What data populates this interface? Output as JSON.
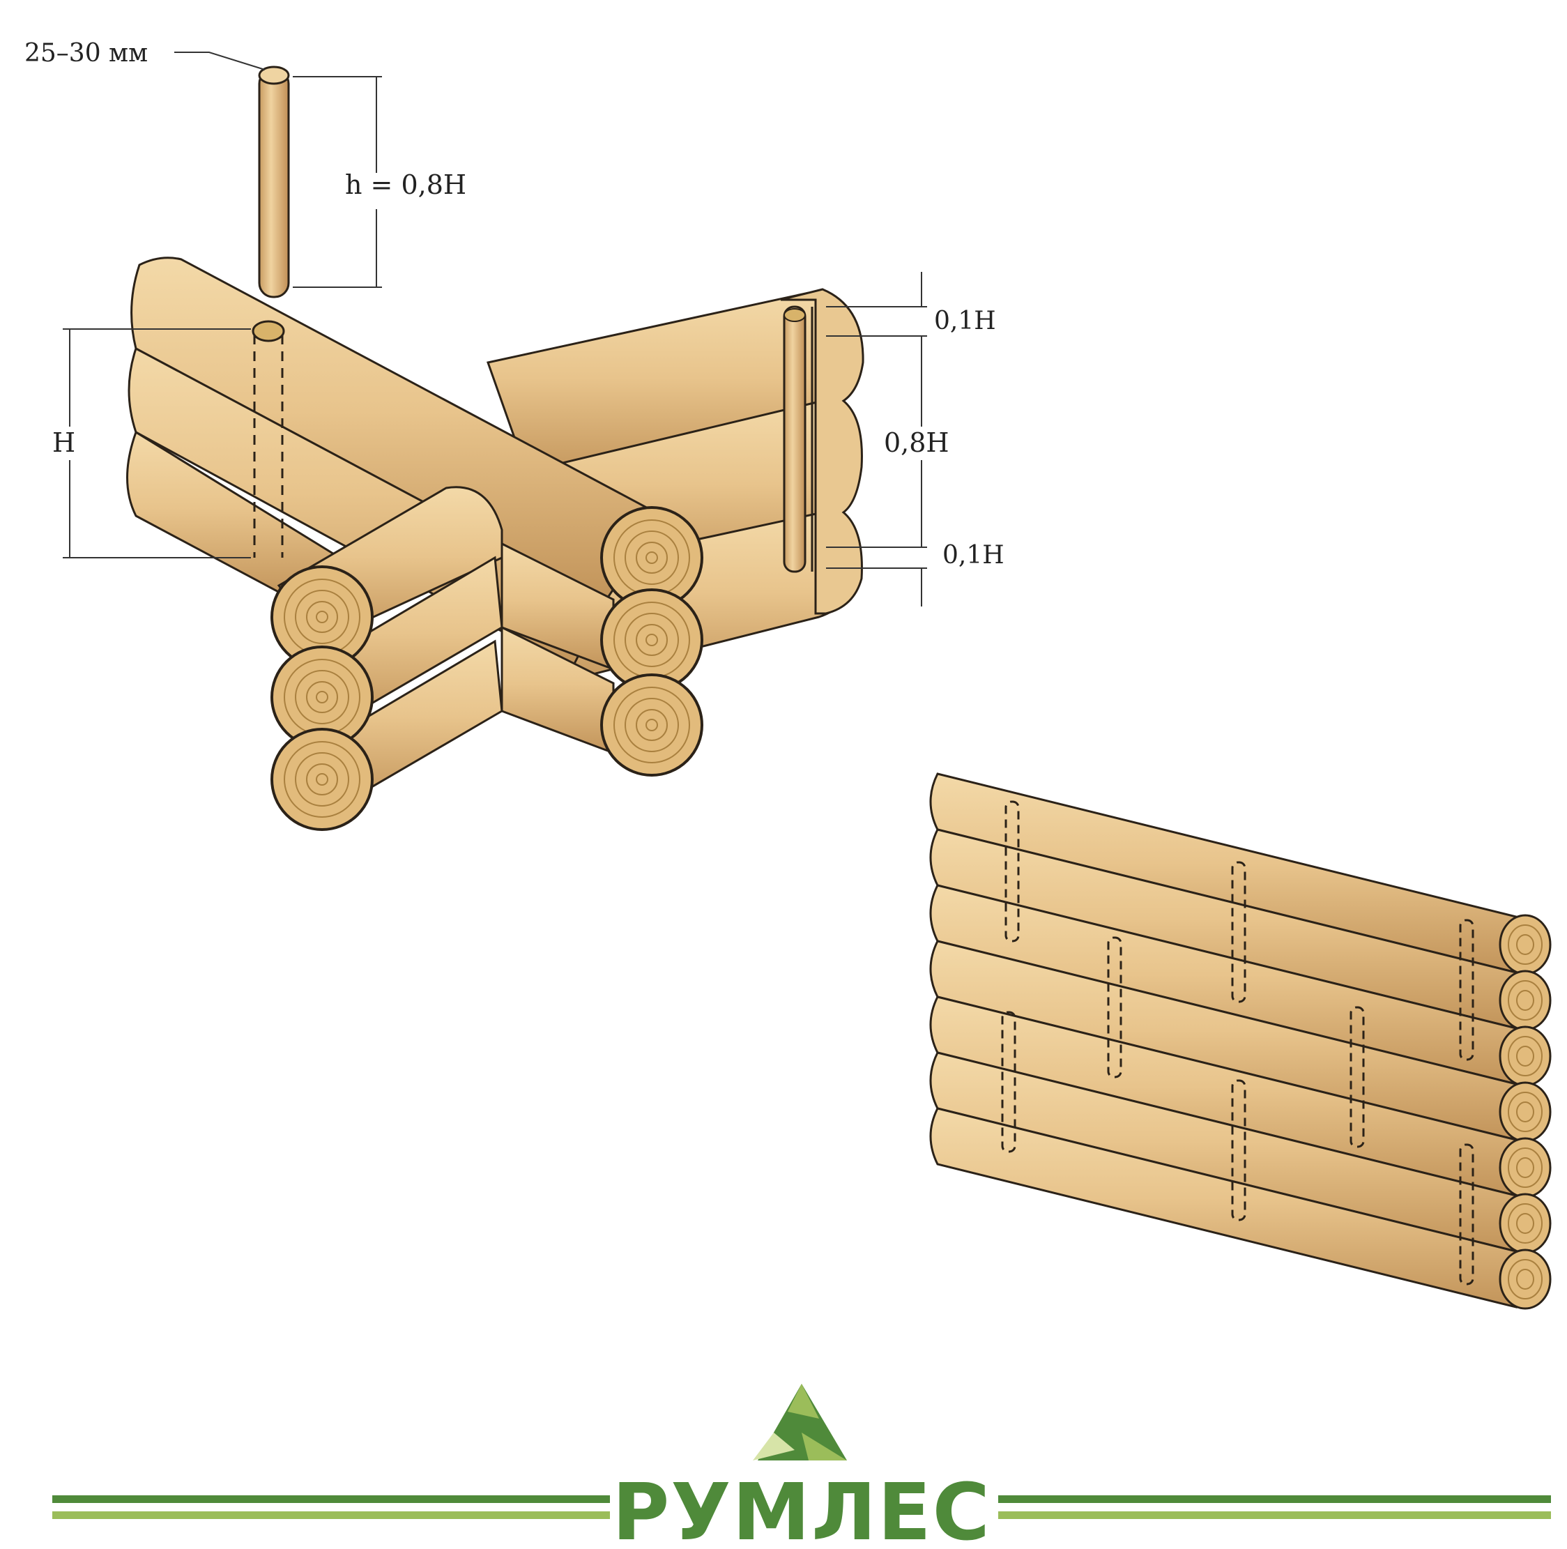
{
  "labels": {
    "dowel_diameter": "25–30 мм",
    "dowel_height": "h = 0,8H",
    "log_height": "H",
    "top_gap": "0,1H",
    "dowel_span": "0,8H",
    "bottom_gap": "0,1H"
  },
  "brand": {
    "name": "РУМЛЕС"
  },
  "colors": {
    "wood": "#e8c48c",
    "wood_shade": "#c99c5e",
    "wood_dark": "#a87a42",
    "outline": "#2b2218",
    "brand_green": "#4f8a3a",
    "brand_light_green": "#9bbd5a"
  }
}
